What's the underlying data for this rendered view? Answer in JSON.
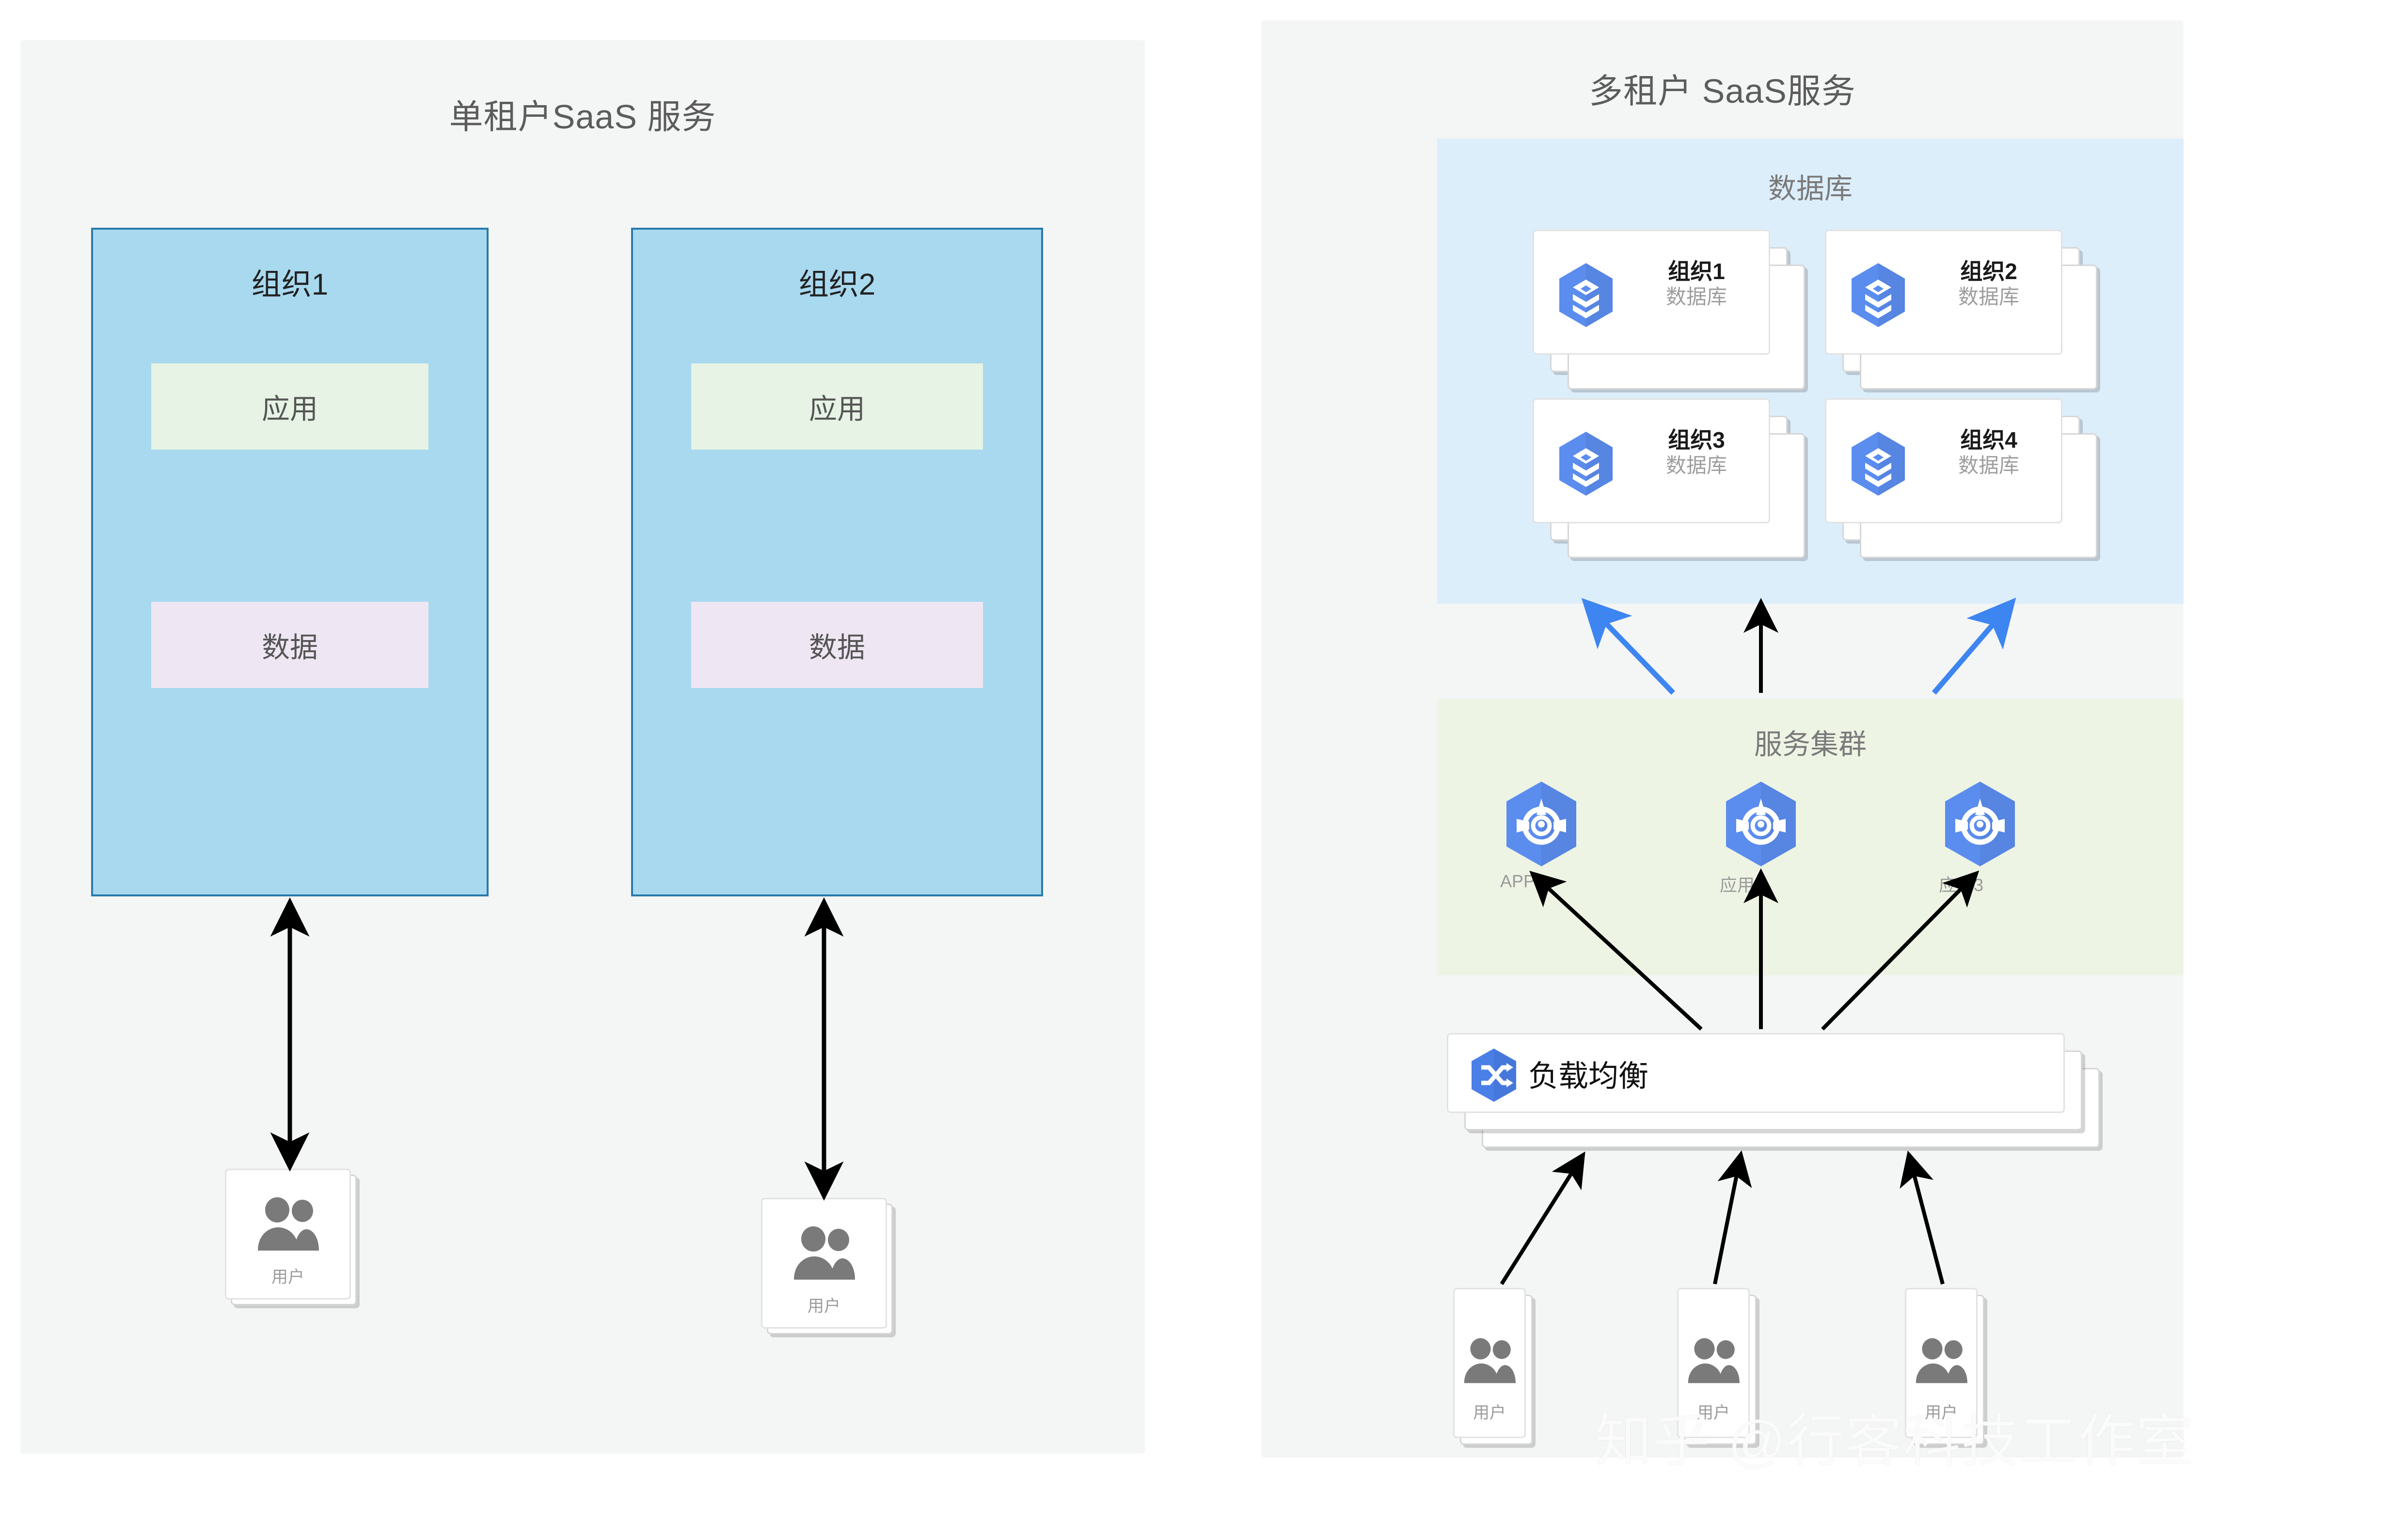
{
  "panels": {
    "single": {
      "title": "单租户SaaS 服务",
      "orgs": [
        {
          "title": "组织1",
          "app_label": "应用",
          "data_label": "数据"
        },
        {
          "title": "组织2",
          "app_label": "应用",
          "data_label": "数据"
        }
      ],
      "users": [
        {
          "label": "用户",
          "icon": "users-icon"
        },
        {
          "label": "用户",
          "icon": "users-icon"
        }
      ]
    },
    "multi": {
      "title": "多租户 SaaS服务",
      "database_section": {
        "title": "数据库",
        "cards": [
          {
            "name": "组织1",
            "sub": "数据库",
            "icon": "datastore-icon"
          },
          {
            "name": "组织2",
            "sub": "数据库",
            "icon": "datastore-icon"
          },
          {
            "name": "组织3",
            "sub": "数据库",
            "icon": "datastore-icon"
          },
          {
            "name": "组织4",
            "sub": "数据库",
            "icon": "datastore-icon"
          }
        ]
      },
      "service_section": {
        "title": "服务集群",
        "nodes": [
          {
            "label": "APP1",
            "icon": "app-engine-icon"
          },
          {
            "label": "应用2",
            "icon": "app-engine-icon"
          },
          {
            "label": "应用3",
            "icon": "app-engine-icon"
          }
        ]
      },
      "load_balancer": {
        "label": "负载均衡",
        "icon": "shuffle-icon"
      },
      "users": [
        {
          "label": "用户",
          "icon": "users-icon"
        },
        {
          "label": "用户",
          "icon": "users-icon"
        },
        {
          "label": "用户",
          "icon": "users-icon"
        }
      ]
    }
  },
  "watermark": "知乎 @行客科技工作室",
  "colors": {
    "panel_bg": "#f4f5f5",
    "org_fill": "#a8d9ef",
    "org_border": "#2a7aaa",
    "app_band": "#e6f3e5",
    "data_band": "#efe6f3",
    "db_section_bg": "#ddeefb",
    "svc_section_bg": "#eef4e4",
    "icon_blue": "#5b8def",
    "arrow_blue": "#3d85f0",
    "arrow_black": "#000000",
    "muted_text": "#9a9a9a"
  }
}
